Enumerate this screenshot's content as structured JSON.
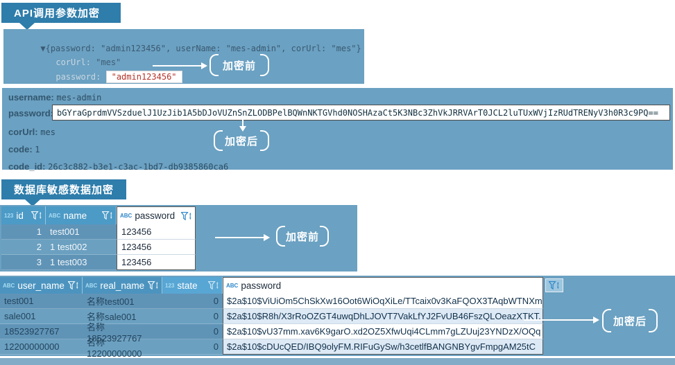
{
  "colors": {
    "chip_bg": "#2e7dab",
    "panel_bg": "#6ba1c2",
    "highlight_text": "#b53229",
    "grid_header": "#4c9ac6"
  },
  "section_api": {
    "header": "API调用参数加密",
    "console": {
      "expander": "▼",
      "root_line": "{password: \"admin123456\", userName: \"mes-admin\", corUrl: \"mes\"}",
      "props": [
        {
          "key": "corUrl: ",
          "value": "\"mes\""
        },
        {
          "key": "password: ",
          "value": "\"admin123456\""
        },
        {
          "key": "userName: ",
          "value": "\"mes-admin\""
        }
      ]
    },
    "label_before": "加密前"
  },
  "section_response": {
    "fields": [
      {
        "key": "username:",
        "value": "mes-admin"
      },
      {
        "key": "password:",
        "value": "bGYraGprdmVVSzduelJ1UzJib1A5bDJoVUZnSnZLODBPelBQWnNKTGVhd0NOSHAzaCt5K3NBc3ZhVkJRRVArT0JCL2luTUxWVjIzRUdTRENyV3h0R3c9PQ=="
      },
      {
        "key": "corUrl:",
        "value": "mes"
      },
      {
        "key": "code:",
        "value": "1"
      },
      {
        "key": "code_id:",
        "value": "26c3c882-b3e1-c3ac-1bd7-db9385860ca6"
      }
    ],
    "label_after": "加密后"
  },
  "section_db": {
    "header": "数据库敏感数据加密",
    "label_before": "加密前",
    "label_after": "加密后",
    "table_before": {
      "columns": [
        {
          "type_icon": "123",
          "label": "id"
        },
        {
          "type_icon": "ABC",
          "label": "name"
        },
        {
          "type_icon": "ABC",
          "label": "password"
        }
      ],
      "rows": [
        [
          "1",
          "test001",
          "123456"
        ],
        [
          "2",
          "1 test002",
          "123456"
        ],
        [
          "3",
          "1 test003",
          "123456"
        ]
      ]
    },
    "table_after": {
      "columns": [
        {
          "type_icon": "ABC",
          "label": "user_name"
        },
        {
          "type_icon": "ABC",
          "label": "real_name"
        },
        {
          "type_icon": "123",
          "label": "state"
        },
        {
          "type_icon": "ABC",
          "label": "password"
        }
      ],
      "rows": [
        [
          "test001",
          "名称test001",
          "0",
          "$2a$10$ViUiOm5ChSkXw16Oot6WiOqXiLe/TTcaix0v3KaFQOX3TAqbWTNXm"
        ],
        [
          "sale001",
          "名称sale001",
          "0",
          "$2a$10$R8h/X3rRoOZGT4uwqDhLJOVT7VakLfYJ2FvUB46FszQLOeazXTKT."
        ],
        [
          "18523927767",
          "名称18523927767",
          "0",
          "$2a$10$vU37mm.xav6K9garO.xd2OZ5XfwUqi4CLmm7gLZUuj23YNDzX/OQq"
        ],
        [
          "12200000000",
          "名称12200000000",
          "0",
          "$2a$10$cDUcQED/IBQ9olyFM.RIFuGySw/h3cetlfBANGNBYgvFmpgAM25tC"
        ]
      ]
    }
  }
}
